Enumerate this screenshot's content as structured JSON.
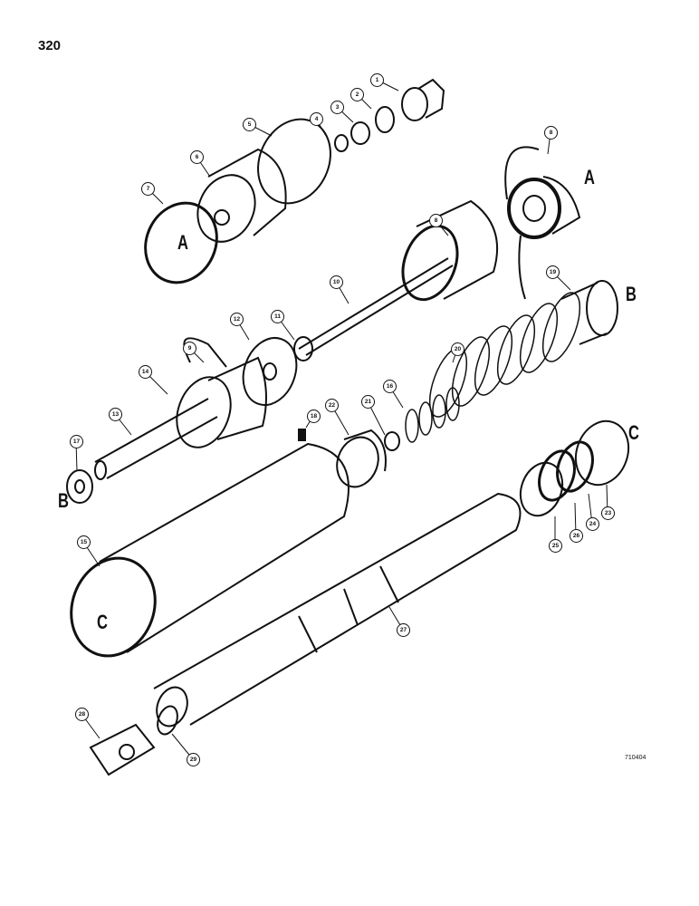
{
  "page_number": "320",
  "image_code": "710404",
  "callouts": [
    "1",
    "2",
    "3",
    "4",
    "5",
    "6",
    "7",
    "8",
    "8",
    "9",
    "10",
    "11",
    "12",
    "13",
    "14",
    "15",
    "16",
    "17",
    "18",
    "19",
    "20",
    "21",
    "22",
    "23",
    "24",
    "25",
    "26",
    "27",
    "28",
    "29"
  ],
  "match_letters": {
    "a1": "A",
    "a2": "A",
    "b1": "B",
    "b2": "B",
    "c1": "C",
    "c2": "C"
  }
}
